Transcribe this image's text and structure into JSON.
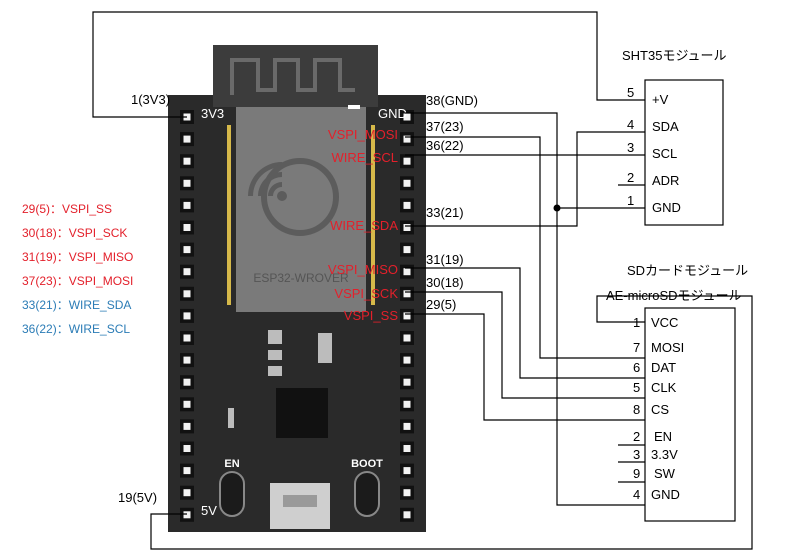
{
  "board": {
    "chip_label": "ESP32-WROVER",
    "button_en": "EN",
    "button_boot": "BOOT",
    "pin_3v3": "3V3",
    "pin_gnd": "GND",
    "pin_5v": "5V"
  },
  "pin_overlays": [
    "VSPI_MOSI",
    "WIRE_SCL",
    "WIRE_SDA",
    "VSPI_MISO",
    "VSPI_SCK",
    "VSPI_SS"
  ],
  "wire_labels": {
    "p3v3": "1(3V3)",
    "p5v": "19(5V)",
    "gnd": "38(GND)",
    "p37": "37(23)",
    "p36": "36(22)",
    "p33": "33(21)",
    "p31": "31(19)",
    "p30": "30(18)",
    "p29": "29(5)"
  },
  "legend": [
    {
      "text": "29(5)：VSPI_SS",
      "color": "#e3202b"
    },
    {
      "text": "30(18)：VSPI_SCK",
      "color": "#e3202b"
    },
    {
      "text": "31(19)：VSPI_MISO",
      "color": "#e3202b"
    },
    {
      "text": "37(23)：VSPI_MOSI",
      "color": "#e3202b"
    },
    {
      "text": "33(21)：WIRE_SDA",
      "color": "#2b7cb6"
    },
    {
      "text": "36(22)：WIRE_SCL",
      "color": "#2b7cb6"
    }
  ],
  "sht35": {
    "title": "SHT35モジュール",
    "pins": [
      {
        "num": "5",
        "name": "+V"
      },
      {
        "num": "4",
        "name": "SDA"
      },
      {
        "num": "3",
        "name": "SCL"
      },
      {
        "num": "2",
        "name": "ADR"
      },
      {
        "num": "1",
        "name": "GND"
      }
    ]
  },
  "sd": {
    "title1": "SDカードモジュール",
    "title2": "AE-microSDモジュール",
    "pins": [
      {
        "num": "1",
        "name": "VCC"
      },
      {
        "num": "7",
        "name": "MOSI"
      },
      {
        "num": "6",
        "name": "DAT"
      },
      {
        "num": "5",
        "name": "CLK"
      },
      {
        "num": "8",
        "name": "CS"
      },
      {
        "num": "2",
        "name": "EN"
      },
      {
        "num": "3",
        "name": "3.3V"
      },
      {
        "num": "9",
        "name": "SW"
      },
      {
        "num": "4",
        "name": "GND"
      }
    ]
  }
}
